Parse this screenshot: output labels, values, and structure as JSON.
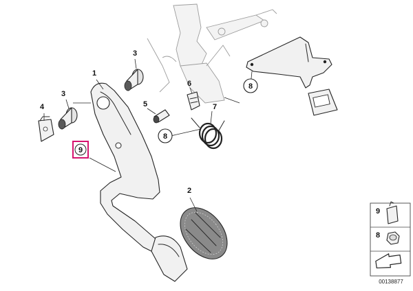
{
  "diagram": {
    "callouts": [
      {
        "id": "pedal",
        "text": "1"
      },
      {
        "id": "pad",
        "text": "2"
      },
      {
        "id": "bushing-top",
        "text": "3"
      },
      {
        "id": "bushing-left",
        "text": "3"
      },
      {
        "id": "clip",
        "text": "4"
      },
      {
        "id": "pin",
        "text": "5"
      },
      {
        "id": "bracket-clip",
        "text": "6"
      },
      {
        "id": "spring",
        "text": "7"
      },
      {
        "id": "ref-8-upper",
        "text": "8"
      },
      {
        "id": "ref-8-lower",
        "text": "8"
      },
      {
        "id": "ref-9-highlight",
        "text": "9"
      }
    ],
    "highlight_color": "#d6136e"
  },
  "legend": {
    "items": [
      {
        "text": "9",
        "part": "spring-clip"
      },
      {
        "text": "8",
        "part": "nut"
      }
    ],
    "catalog_number": "00138877"
  }
}
